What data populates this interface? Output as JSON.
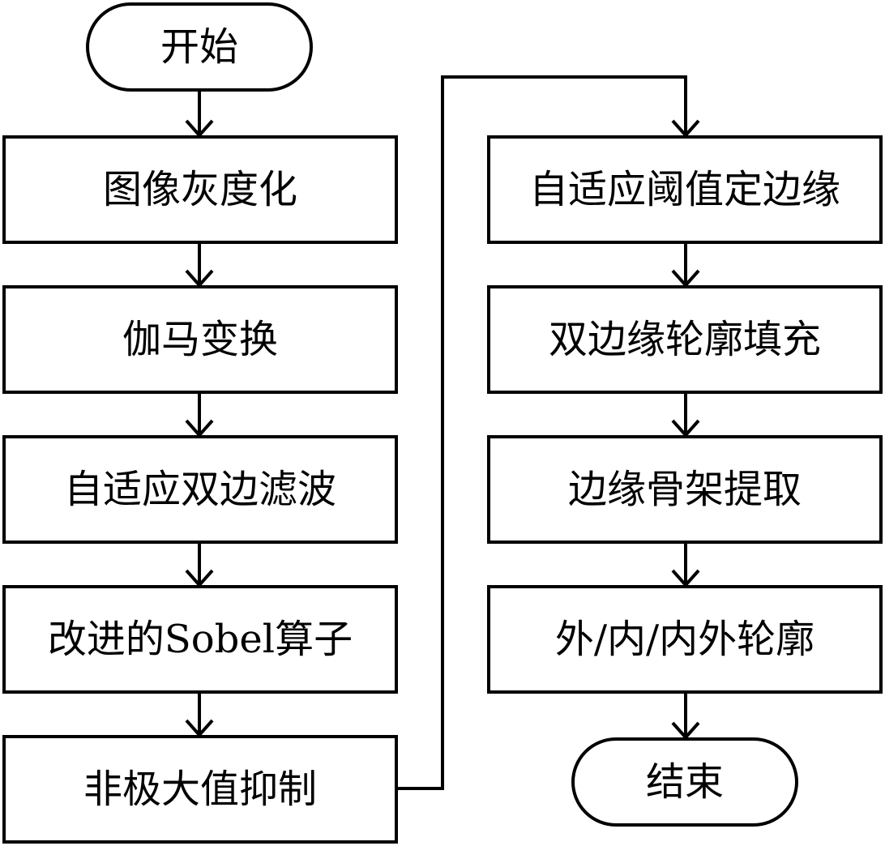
{
  "flowchart": {
    "start": "开始",
    "steps_left": [
      "图像灰度化",
      "伽马变换",
      "自适应双边滤波",
      "改进的Sobel算子",
      "非极大值抑制"
    ],
    "steps_right": [
      "自适应阈值定边缘",
      "双边缘轮廓填充",
      "边缘骨架提取",
      "外/内/内外轮廓"
    ],
    "end": "结束"
  },
  "colors": {
    "stroke": "#000000",
    "fill": "#ffffff",
    "text": "#000000"
  }
}
